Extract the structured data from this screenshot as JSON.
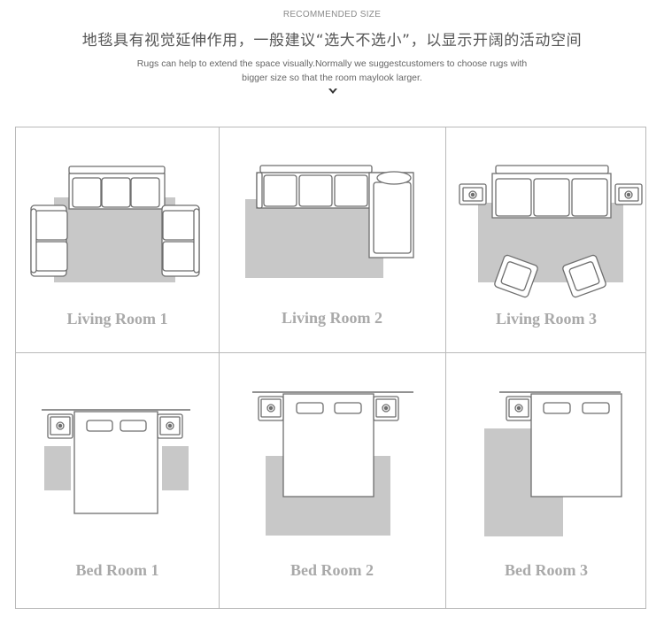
{
  "header": {
    "kicker": "RECOMMENDED SIZE",
    "title": "地毯具有视觉延伸作用，一般建议“选大不选小”，以显示开阔的活动空间",
    "desc_line1": "Rugs  can  help  to  extend the space visually.Normally we suggestcustomers to choose rugs with",
    "desc_line2": "bigger size so that the room  maylook larger.",
    "arrow_icon": "chevron-down-icon"
  },
  "rooms": [
    {
      "label": "Living Room 1"
    },
    {
      "label": "Living Room 2"
    },
    {
      "label": "Living Room 3"
    },
    {
      "label": "Bed Room 1"
    },
    {
      "label": "Bed Room 2"
    },
    {
      "label": "Bed Room 3"
    }
  ],
  "colors": {
    "rug": "#c8c8c8",
    "outline": "#6e6e6e",
    "border": "#b9b9b9",
    "label": "#a9a9a9"
  }
}
